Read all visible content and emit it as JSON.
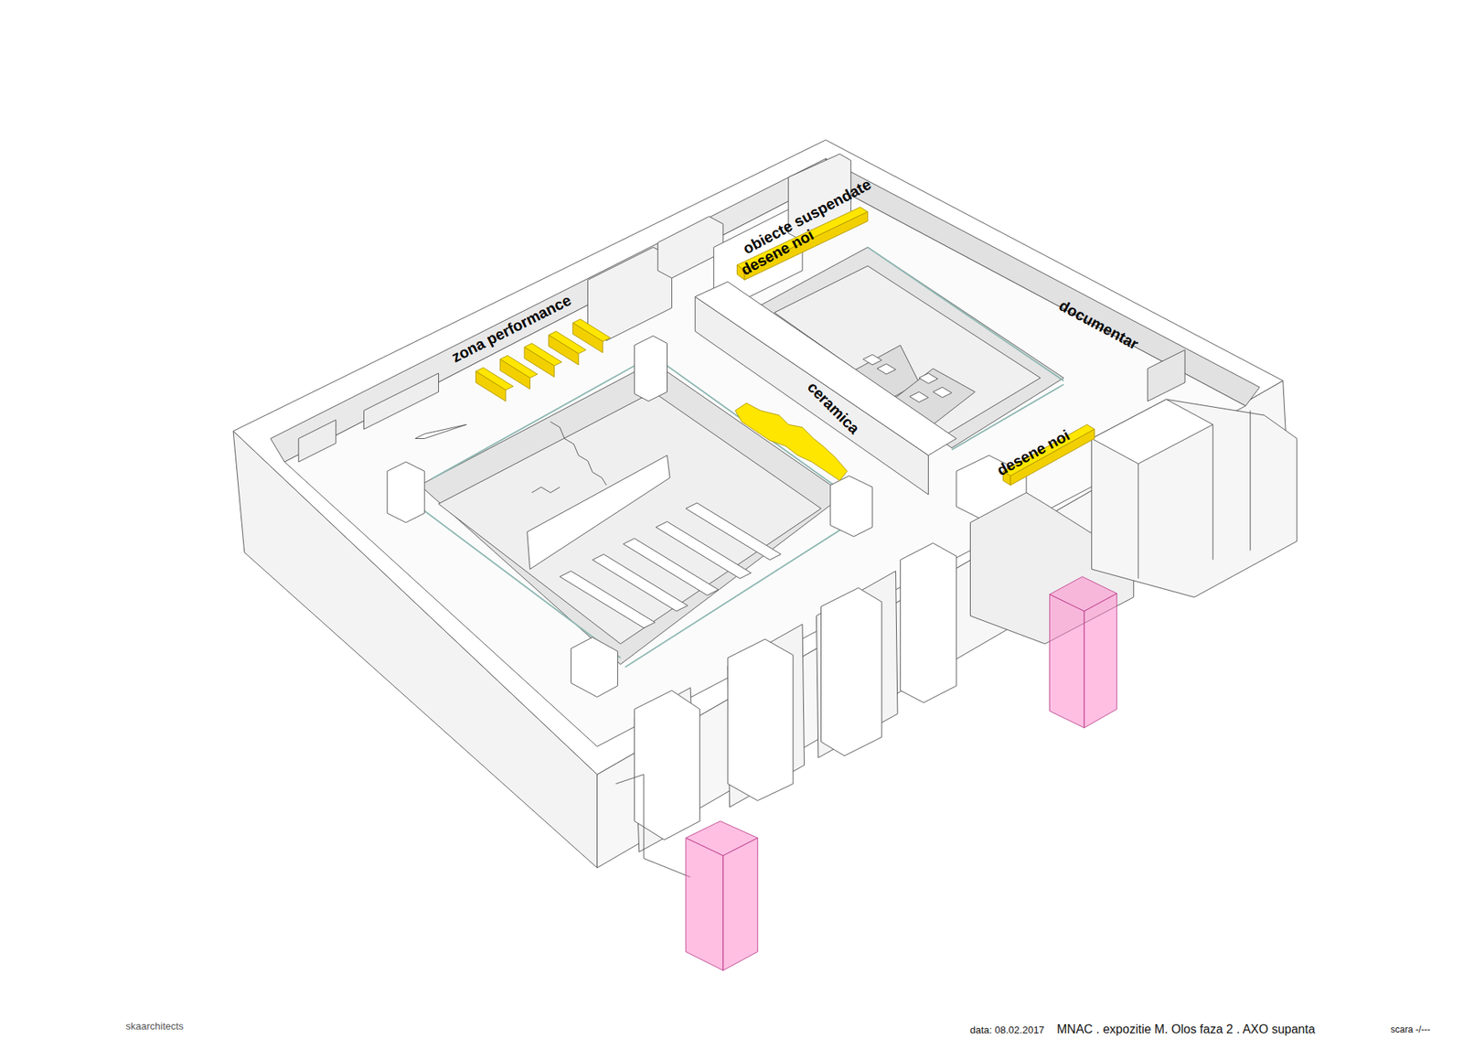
{
  "diagram": {
    "labels": [
      "zona performance",
      "obiecte suspendate",
      "desene noi",
      "ceramica",
      "documentar",
      "desene noi",
      "skaarchitects",
      "data: 08.02.2017",
      "MNAC . expozitie M. Olos faza 2 .  AXO supanta",
      "scara -/---"
    ]
  }
}
